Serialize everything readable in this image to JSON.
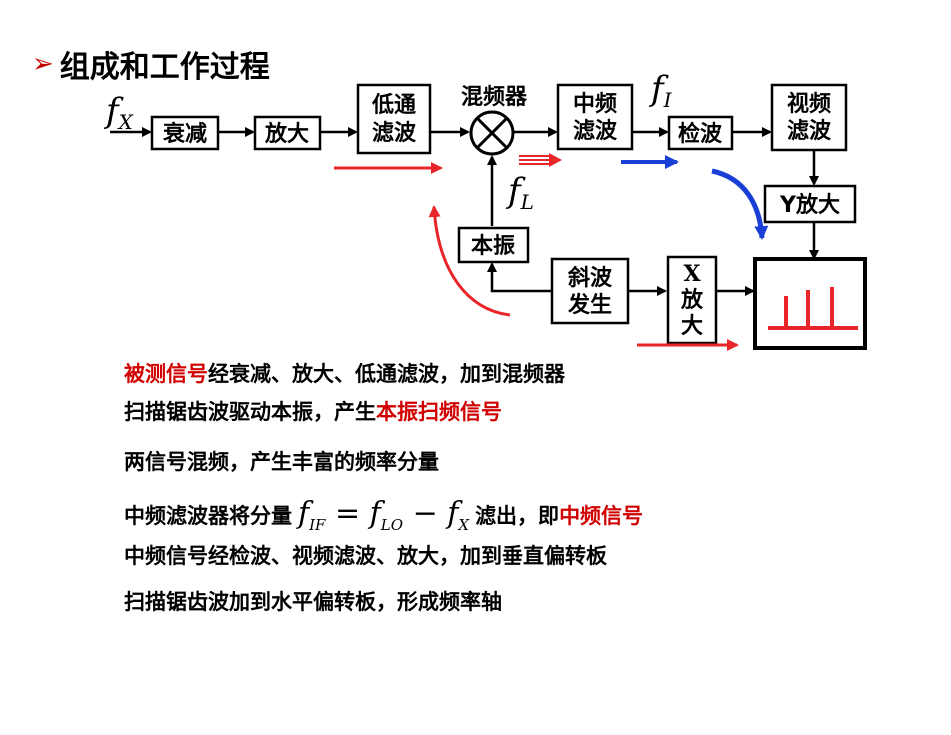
{
  "title": {
    "marker": "➢",
    "text": "组成和工作过程"
  },
  "diagram": {
    "signal_fx": {
      "main": "f",
      "sub": "X"
    },
    "signal_fl": {
      "main": "f",
      "sub": "L"
    },
    "signal_fi": {
      "main": "f",
      "sub": "I"
    },
    "blocks": {
      "attenuator": "衰减",
      "amplifier": "放大",
      "lowpass": [
        "低通",
        "滤波"
      ],
      "mixer_label": "混频器",
      "if_filter": [
        "中频",
        "滤波"
      ],
      "detector": "检波",
      "video_filter": [
        "视频",
        "滤波"
      ],
      "y_amp": "Y放大",
      "local_osc": "本振",
      "ramp_gen": [
        "斜波",
        "发生"
      ],
      "x_amp": [
        "X",
        "放",
        "大"
      ]
    },
    "colors": {
      "red_arrow": "#e8262a",
      "blue_arrow": "#1a3fd6",
      "display_trace": "#e8262a"
    }
  },
  "lines": {
    "l1": {
      "red": "被测信号",
      "rest": "经衰减、放大、低通滤波，加到混频器"
    },
    "l2": {
      "pre": "扫描锯齿波驱动本振，产生",
      "red": "本振扫频信号"
    },
    "l3": {
      "text": "两信号混频，产生丰富的频率分量"
    },
    "l4": {
      "pre": "中频滤波器将分量",
      "f1": "f",
      "s1": "IF",
      "eq": " = ",
      "f2": "f",
      "s2": "LO",
      "minus": " − ",
      "f3": "f",
      "s3": "X",
      "post": "滤出，即",
      "red": "中频信号"
    },
    "l5": {
      "text": "中频信号经检波、视频滤波、放大，加到垂直偏转板"
    },
    "l6": {
      "text": "扫描锯齿波加到水平偏转板，形成频率轴"
    }
  }
}
